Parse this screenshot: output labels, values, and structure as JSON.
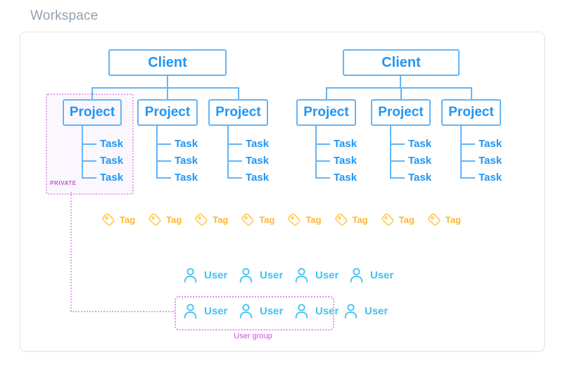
{
  "workspace": {
    "title": "Workspace"
  },
  "labels": {
    "client": "Client",
    "project": "Project",
    "task": "Task",
    "tag": "Tag",
    "user": "User",
    "private": "PRIVATE",
    "user_group": "User group"
  },
  "colors": {
    "node_text": "#2196F3",
    "node_border": "#64B5F6",
    "tree_line": "#64B5F6",
    "tag_icon": "#FFCB4C",
    "tag_text": "#FFB636",
    "user": "#3FC4F0",
    "magenta_text": "#C44FD8",
    "magenta_border": "#E3A6EC",
    "title_text": "#93A2AE",
    "outer_border": "#E0E5E9",
    "private_fill": "#FBF7FE"
  },
  "structure": {
    "clients": [
      {
        "label": "Client",
        "projects": [
          {
            "label": "Project",
            "private": true,
            "tasks": [
              "Task",
              "Task",
              "Task"
            ]
          },
          {
            "label": "Project",
            "private": false,
            "tasks": [
              "Task",
              "Task",
              "Task"
            ]
          },
          {
            "label": "Project",
            "private": false,
            "tasks": [
              "Task",
              "Task",
              "Task"
            ]
          }
        ]
      },
      {
        "label": "Client",
        "projects": [
          {
            "label": "Project",
            "private": false,
            "tasks": [
              "Task",
              "Task",
              "Task"
            ]
          },
          {
            "label": "Project",
            "private": false,
            "tasks": [
              "Task",
              "Task",
              "Task"
            ]
          },
          {
            "label": "Project",
            "private": false,
            "tasks": [
              "Task",
              "Task",
              "Task"
            ]
          }
        ]
      }
    ],
    "tags": [
      "Tag",
      "Tag",
      "Tag",
      "Tag",
      "Tag",
      "Tag",
      "Tag",
      "Tag"
    ],
    "user_rows": [
      {
        "users": [
          "User",
          "User",
          "User",
          "User"
        ],
        "grouped": []
      },
      {
        "users": [
          "User",
          "User",
          "User",
          "User"
        ],
        "grouped": [
          0,
          1,
          2
        ]
      }
    ]
  }
}
